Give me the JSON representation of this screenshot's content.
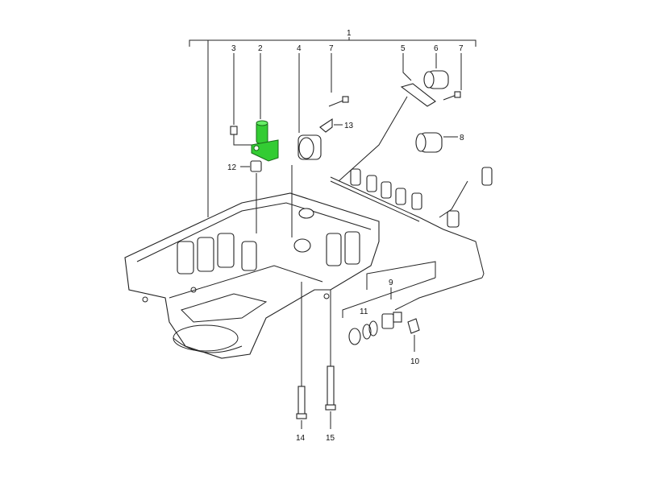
{
  "diagram": {
    "type": "exploded parts diagram - transmission valve body",
    "highlight_color": "#33cc33",
    "highlighted_part": "2",
    "callouts": [
      {
        "id": "c1",
        "label": "1"
      },
      {
        "id": "c2",
        "label": "2"
      },
      {
        "id": "c3",
        "label": "3"
      },
      {
        "id": "c4",
        "label": "4"
      },
      {
        "id": "c7a",
        "label": "7"
      },
      {
        "id": "c5",
        "label": "5"
      },
      {
        "id": "c6",
        "label": "6"
      },
      {
        "id": "c7b",
        "label": "7"
      },
      {
        "id": "c13",
        "label": "13"
      },
      {
        "id": "c8",
        "label": "8"
      },
      {
        "id": "c12",
        "label": "12"
      },
      {
        "id": "c9",
        "label": "9"
      },
      {
        "id": "c11",
        "label": "11"
      },
      {
        "id": "c10",
        "label": "10"
      },
      {
        "id": "c14",
        "label": "14"
      },
      {
        "id": "c15",
        "label": "15"
      }
    ]
  }
}
